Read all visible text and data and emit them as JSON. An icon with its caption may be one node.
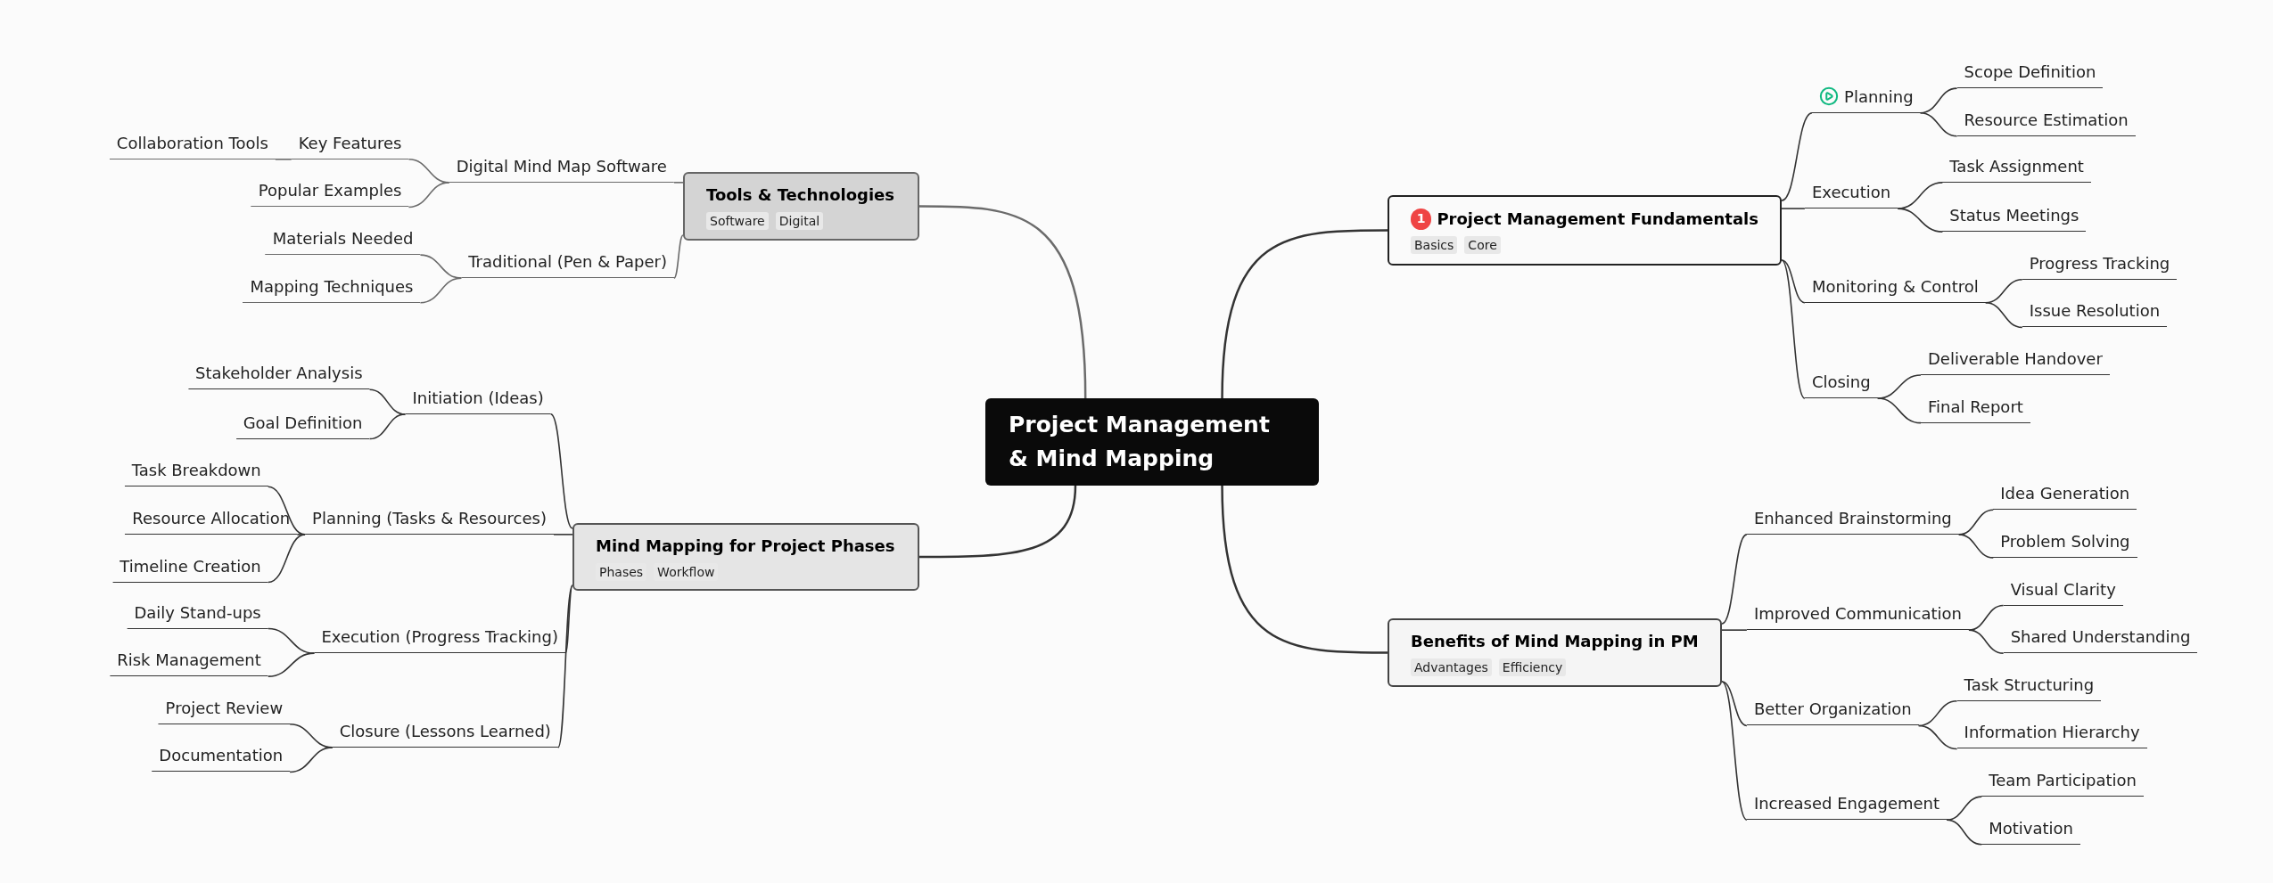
{
  "diagram": {
    "nodes": [
      {
        "text": [
          "Project Management & Mind Mapping"
        ]
      },
      {
        "text": [
          "Tools & Technologies",
          "Software",
          "Digital"
        ]
      },
      {
        "text": [
          "Digital Mind Map Software"
        ]
      },
      {
        "text": [
          "Key Features"
        ]
      },
      {
        "text": [
          "Collaboration Tools"
        ]
      },
      {
        "text": [
          "Popular Examples"
        ]
      },
      {
        "text": [
          "Traditional (Pen & Paper)"
        ]
      },
      {
        "text": [
          "Materials Needed"
        ]
      },
      {
        "text": [
          "Mapping Techniques"
        ]
      },
      {
        "text": [
          "Mind Mapping for Project Phases",
          "Phases",
          "Workflow"
        ]
      },
      {
        "text": [
          "Initiation (Ideas)"
        ]
      },
      {
        "text": [
          "Stakeholder Analysis"
        ]
      },
      {
        "text": [
          "Goal Definition"
        ]
      },
      {
        "text": [
          "Planning (Tasks & Resources)"
        ]
      },
      {
        "text": [
          "Task Breakdown"
        ]
      },
      {
        "text": [
          "Resource Allocation"
        ]
      },
      {
        "text": [
          "Timeline Creation"
        ]
      },
      {
        "text": [
          "Execution (Progress Tracking)"
        ]
      },
      {
        "text": [
          "Daily Stand-ups"
        ]
      },
      {
        "text": [
          "Risk Management"
        ]
      },
      {
        "text": [
          "Closure (Lessons Learned)"
        ]
      },
      {
        "text": [
          "Project Review"
        ]
      },
      {
        "text": [
          "Documentation"
        ]
      },
      {
        "text": [
          "1",
          "Project Management Fundamentals",
          "Basics",
          "Core"
        ]
      },
      {
        "text": [
          "Planning"
        ]
      },
      {
        "text": [
          "Scope Definition"
        ]
      },
      {
        "text": [
          "Resource Estimation"
        ]
      },
      {
        "text": [
          "Execution"
        ]
      },
      {
        "text": [
          "Task Assignment"
        ]
      },
      {
        "text": [
          "Status Meetings"
        ]
      },
      {
        "text": [
          "Monitoring & Control"
        ]
      },
      {
        "text": [
          "Progress Tracking"
        ]
      },
      {
        "text": [
          "Issue Resolution"
        ]
      },
      {
        "text": [
          "Closing"
        ]
      },
      {
        "text": [
          "Deliverable Handover"
        ]
      },
      {
        "text": [
          "Final Report"
        ]
      },
      {
        "text": [
          "Benefits of Mind Mapping in PM",
          "Advantages",
          "Efficiency"
        ]
      },
      {
        "text": [
          "Enhanced Brainstorming"
        ]
      },
      {
        "text": [
          "Idea Generation"
        ]
      },
      {
        "text": [
          "Problem Solving"
        ]
      },
      {
        "text": [
          "Improved Communication"
        ]
      },
      {
        "text": [
          "Visual Clarity"
        ]
      },
      {
        "text": [
          "Shared Understanding"
        ]
      },
      {
        "text": [
          "Better Organization"
        ]
      },
      {
        "text": [
          "Task Structuring"
        ]
      },
      {
        "text": [
          "Information Hierarchy"
        ]
      },
      {
        "text": [
          "Increased Engagement"
        ]
      },
      {
        "text": [
          "Team Participation"
        ]
      },
      {
        "text": [
          "Motivation"
        ]
      }
    ],
    "edges": [
      {
        "from": 0,
        "to": 1,
        "arrow": "none",
        "color": "#6b6b6b"
      },
      {
        "from": 1,
        "to": 2,
        "arrow": "none",
        "color": "#6b6b6b"
      },
      {
        "from": 2,
        "to": 3,
        "arrow": "none",
        "color": "#6b6b6b"
      },
      {
        "from": 3,
        "to": 4,
        "arrow": "none",
        "color": "#6b6b6b"
      },
      {
        "from": 2,
        "to": 5,
        "arrow": "none",
        "color": "#6b6b6b"
      },
      {
        "from": 1,
        "to": 6,
        "arrow": "none",
        "color": "#6b6b6b"
      },
      {
        "from": 6,
        "to": 7,
        "arrow": "none",
        "color": "#6b6b6b"
      },
      {
        "from": 6,
        "to": 8,
        "arrow": "none",
        "color": "#6b6b6b"
      },
      {
        "from": 0,
        "to": 9,
        "arrow": "none"
      },
      {
        "from": 9,
        "to": 10,
        "arrow": "none"
      },
      {
        "from": 10,
        "to": 11,
        "arrow": "none"
      },
      {
        "from": 10,
        "to": 12,
        "arrow": "none"
      },
      {
        "from": 9,
        "to": 13,
        "arrow": "none"
      },
      {
        "from": 13,
        "to": 14,
        "arrow": "none"
      },
      {
        "from": 13,
        "to": 15,
        "arrow": "none"
      },
      {
        "from": 13,
        "to": 16,
        "arrow": "none"
      },
      {
        "from": 9,
        "to": 17,
        "arrow": "none"
      },
      {
        "from": 17,
        "to": 18,
        "arrow": "none"
      },
      {
        "from": 17,
        "to": 19,
        "arrow": "none"
      },
      {
        "from": 9,
        "to": 20,
        "arrow": "none"
      },
      {
        "from": 20,
        "to": 21,
        "arrow": "none"
      },
      {
        "from": 20,
        "to": 22,
        "arrow": "none"
      },
      {
        "from": 0,
        "to": 23,
        "arrow": "none"
      },
      {
        "from": 23,
        "to": 24,
        "arrow": "none"
      },
      {
        "from": 24,
        "to": 25,
        "arrow": "none"
      },
      {
        "from": 24,
        "to": 26,
        "arrow": "none"
      },
      {
        "from": 23,
        "to": 27,
        "arrow": "none"
      },
      {
        "from": 27,
        "to": 28,
        "arrow": "none"
      },
      {
        "from": 27,
        "to": 29,
        "arrow": "none"
      },
      {
        "from": 23,
        "to": 30,
        "arrow": "none"
      },
      {
        "from": 30,
        "to": 31,
        "arrow": "none"
      },
      {
        "from": 30,
        "to": 32,
        "arrow": "none"
      },
      {
        "from": 23,
        "to": 33,
        "arrow": "none"
      },
      {
        "from": 33,
        "to": 34,
        "arrow": "none"
      },
      {
        "from": 33,
        "to": 35,
        "arrow": "none"
      },
      {
        "from": 0,
        "to": 36,
        "arrow": "none"
      },
      {
        "from": 36,
        "to": 37,
        "arrow": "none"
      },
      {
        "from": 37,
        "to": 38,
        "arrow": "none"
      },
      {
        "from": 37,
        "to": 39,
        "arrow": "none"
      },
      {
        "from": 36,
        "to": 40,
        "arrow": "none"
      },
      {
        "from": 40,
        "to": 41,
        "arrow": "none"
      },
      {
        "from": 40,
        "to": 42,
        "arrow": "none"
      },
      {
        "from": 36,
        "to": 43,
        "arrow": "none"
      },
      {
        "from": 43,
        "to": 44,
        "arrow": "none"
      },
      {
        "from": 43,
        "to": 45,
        "arrow": "none"
      },
      {
        "from": 36,
        "to": 46,
        "arrow": "none"
      },
      {
        "from": 46,
        "to": 47,
        "arrow": "none"
      },
      {
        "from": 46,
        "to": 48,
        "arrow": "none"
      }
    ]
  }
}
